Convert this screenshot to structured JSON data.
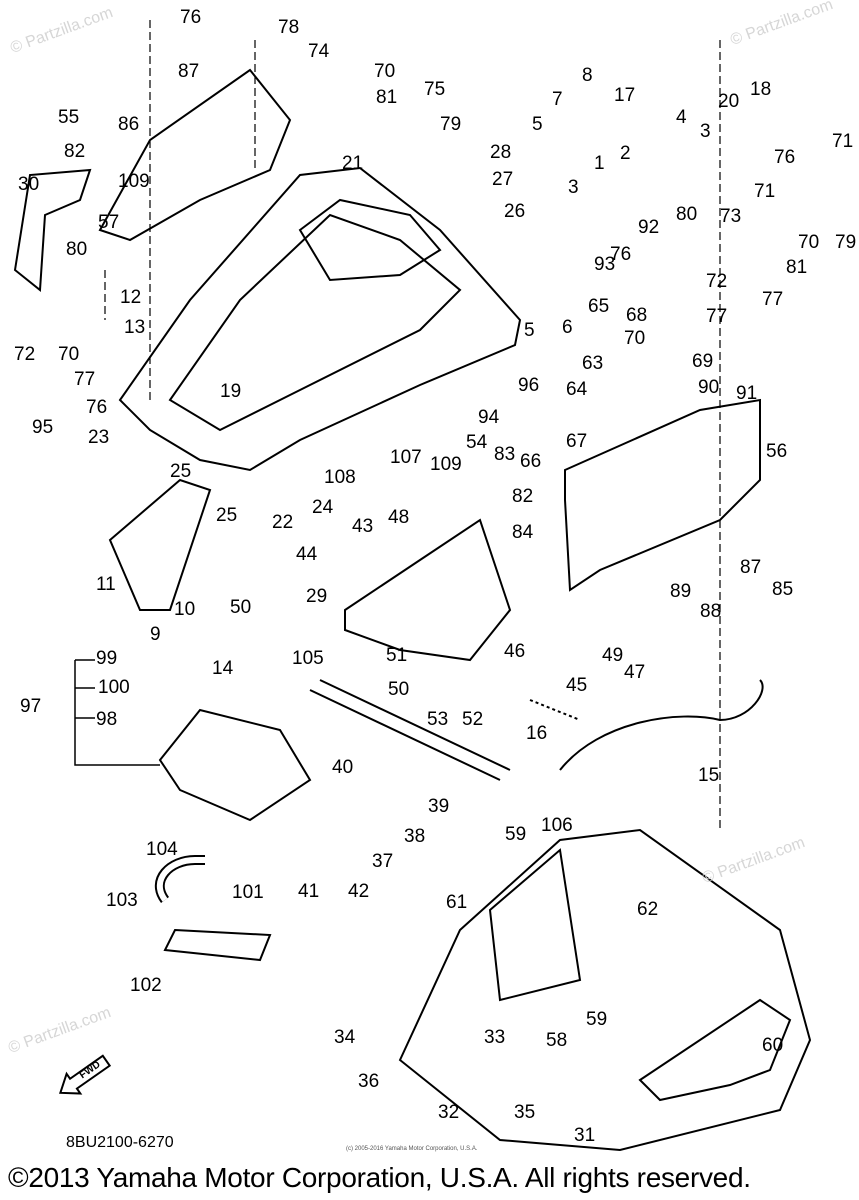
{
  "diagram": {
    "callouts": [
      "76",
      "78",
      "74",
      "87",
      "70",
      "55",
      "86",
      "81",
      "75",
      "79",
      "82",
      "109",
      "30",
      "21",
      "28",
      "27",
      "26",
      "57",
      "80",
      "12",
      "13",
      "72",
      "70",
      "77",
      "76",
      "95",
      "23",
      "19",
      "25",
      "25",
      "22",
      "24",
      "108",
      "107",
      "109",
      "54",
      "83",
      "82",
      "84",
      "48",
      "43",
      "44",
      "11",
      "10",
      "9",
      "50",
      "29",
      "14",
      "99",
      "100",
      "98",
      "97",
      "105",
      "51",
      "50",
      "53",
      "52",
      "16",
      "46",
      "45",
      "49",
      "47",
      "15",
      "106",
      "40",
      "39",
      "38",
      "37",
      "42",
      "41",
      "104",
      "101",
      "103",
      "102",
      "59",
      "61",
      "62",
      "58",
      "59",
      "34",
      "33",
      "36",
      "32",
      "35",
      "60",
      "31",
      "8",
      "7",
      "5",
      "17",
      "20",
      "18",
      "3",
      "4",
      "2",
      "1",
      "92",
      "3",
      "93",
      "80",
      "73",
      "71",
      "76",
      "71",
      "70",
      "79",
      "81",
      "72",
      "77",
      "76",
      "5",
      "6",
      "65",
      "68",
      "70",
      "77",
      "69",
      "63",
      "64",
      "90",
      "91",
      "96",
      "94",
      "66",
      "67",
      "56",
      "87",
      "85",
      "89",
      "88"
    ],
    "direction_arrow": "FWD",
    "diagram_code": "8BU2100-6270",
    "copyright": "©2013 Yamaha Motor Corporation, U.S.A. All rights reserved.",
    "small_copyright": "(c) 2005-2016 Yamaha Motor Corporation, U.S.A.",
    "watermark": "© Partzilla.com"
  }
}
